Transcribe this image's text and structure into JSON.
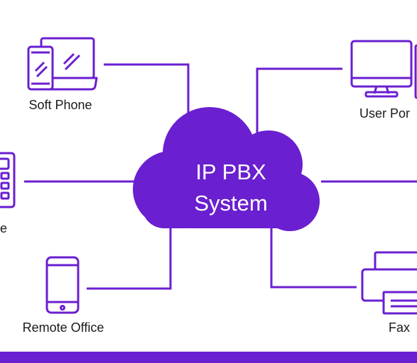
{
  "colors": {
    "accent": "#6a1fd0",
    "background": "#ffffff",
    "text": "#1a1a1a",
    "bottom_bar": "#6a1fd0"
  },
  "center": {
    "line1": "IP PBX",
    "line2": "System",
    "icon": "cloud-icon"
  },
  "nodes": {
    "soft_phone": {
      "label": "Soft Phone",
      "icon": "devices-icon"
    },
    "user_portal": {
      "label": "User Por",
      "icon": "monitor-icon"
    },
    "left_phone": {
      "label": "e",
      "icon": "desk-phone-icon"
    },
    "remote_office": {
      "label": "Remote Office",
      "icon": "mobile-phone-icon"
    },
    "fax": {
      "label": "Fax",
      "icon": "printer-icon"
    }
  }
}
